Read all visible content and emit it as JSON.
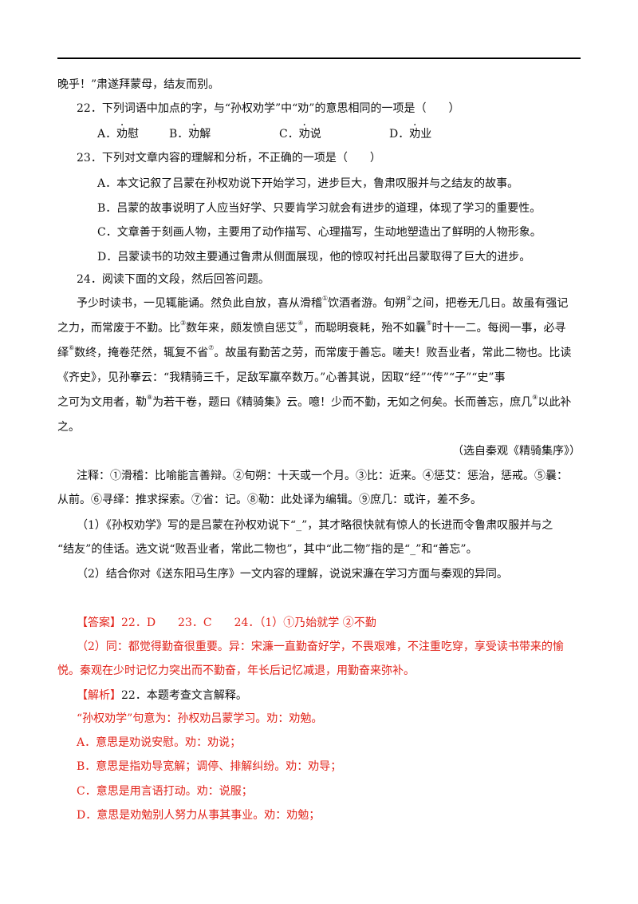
{
  "lines": {
    "l01": "晚乎！”肃遂拜蒙母，结友而别。",
    "q22": "22．下列词语中加点的字，与“孙权劝学”中“劝”的意思相同的一项是（　　）",
    "q22a": "A．",
    "q22a_dot": "劝",
    "q22a_rest": "慰",
    "q22b": "B．",
    "q22b_dot": "劝",
    "q22b_rest": "解",
    "q22c": "C．",
    "q22c_dot": "劝",
    "q22c_rest": "说",
    "q22d": "D．",
    "q22d_dot": "劝",
    "q22d_rest": "业",
    "q23": "23．下列对文章内容的理解和分析，不正确的一项是（　　）",
    "q23a": "A．本文记叙了吕蒙在孙权劝说下开始学习，进步巨大，鲁肃叹服并与之结友的故事。",
    "q23b": "B．吕蒙的故事说明了人应当好学、只要肯学习就会有进步的道理，体现了学习的重要性。",
    "q23c": "C．文章善于刻画人物，主要用了动作描写、心理描写，生动地塑造出了鲜明的人物形象。",
    "q23d": "D．吕蒙读书的功效主要通过鲁肃从侧面展现，他的惊叹衬托出吕蒙取得了巨大的进步。",
    "q24": "24．阅读下面的文段，然后回答问题。",
    "p1a": "予少时读书，一见辄能诵。然负此自放，喜从滑稽",
    "p1a_n1": "①",
    "p1a_b": "饮酒者游。旬朔",
    "p1a_n2": "②",
    "p1a_c": "之间，把卷无几日。故虽有强记",
    "p1b": "之力，而常废于不勤。比",
    "p1b_n3": "③",
    "p1b_b": "数年来，颇发愤自惩艾",
    "p1b_n4": "④",
    "p1b_c": "，而聪明衰耗，殆不如曩",
    "p1b_n5": "⑤",
    "p1b_d": "时十一二。每阅一事，必寻",
    "p1c": "绎",
    "p1c_n6": "⑥",
    "p1c_b": "数终，掩卷茫然，辄复不省",
    "p1c_n7": "⑦",
    "p1c_c": "。故虽有勤苦之劳，而常废于善忘。嗟夫！败吾业者，常此二物也。比读",
    "p1d": "《齐史》，见孙搴云：“我精骑三千，足敌军羸卒数万。”心善其说，因取“经”“传”“子”“史”事",
    "p1e": "之可为文用者，勒",
    "p1e_n8": "⑧",
    "p1e_b": "为若干卷，题曰《精骑集》云。噫！少而不勤，无如之何矣。长而善忘，庶几",
    "p1e_n9": "⑨",
    "p1e_c": "以此补",
    "p1f": "之。",
    "source": "（选自秦观《精骑集序》）",
    "note1": "注释：①滑稽：比喻能言善辩。②旬朔：十天或一个月。③比：近来。④惩艾：惩治，惩戒。⑤曩：",
    "note2": "从前。⑥寻绎：推求探索。⑦省：记。⑧勒：此处译为编辑。⑨庶几：或许，差不多。",
    "sq1a": "（1）《孙权劝学》写的是吕蒙在孙权劝说下“_”，其才略很快就有惊人的长进而令鲁肃叹服并与之",
    "sq1b": "“结友”的佳话。选文说“败吾业者，常此二物也”，其中“此二物”指的是“_”和“善忘”。",
    "sq2": "（2）结合你对《送东阳马生序》一文内容的理解，说说宋濂在学习方面与秦观的异同。",
    "ans_label": "【答案】",
    "ans1": "22．D　　23．C　　24．（1）①乃始就学 ②不勤",
    "ans2": "（2）同：都觉得勤奋很重要。异：宋濂一直勤奋好学，不畏艰难，不注重吃穿，享受读书带来的愉",
    "ans3": "悦。秦观在少时记忆力突出而不勤奋，年长后记忆减退，用勤奋来弥补。",
    "jx_label": "【解析】",
    "jx1": "22．本题考查文言解释。",
    "jx2": "“孙权劝学”句意为：孙权劝吕蒙学习。劝：劝勉。",
    "jxA": "A．意思是劝说安慰。劝：劝说；",
    "jxB": "B．意思是指劝导宽解；调停、排解纠纷。劝：劝导；",
    "jxC": "C．意思是用言语打动。劝：说服；",
    "jxD": "D．意思是劝勉别人努力从事其事业。劝：劝勉；"
  }
}
